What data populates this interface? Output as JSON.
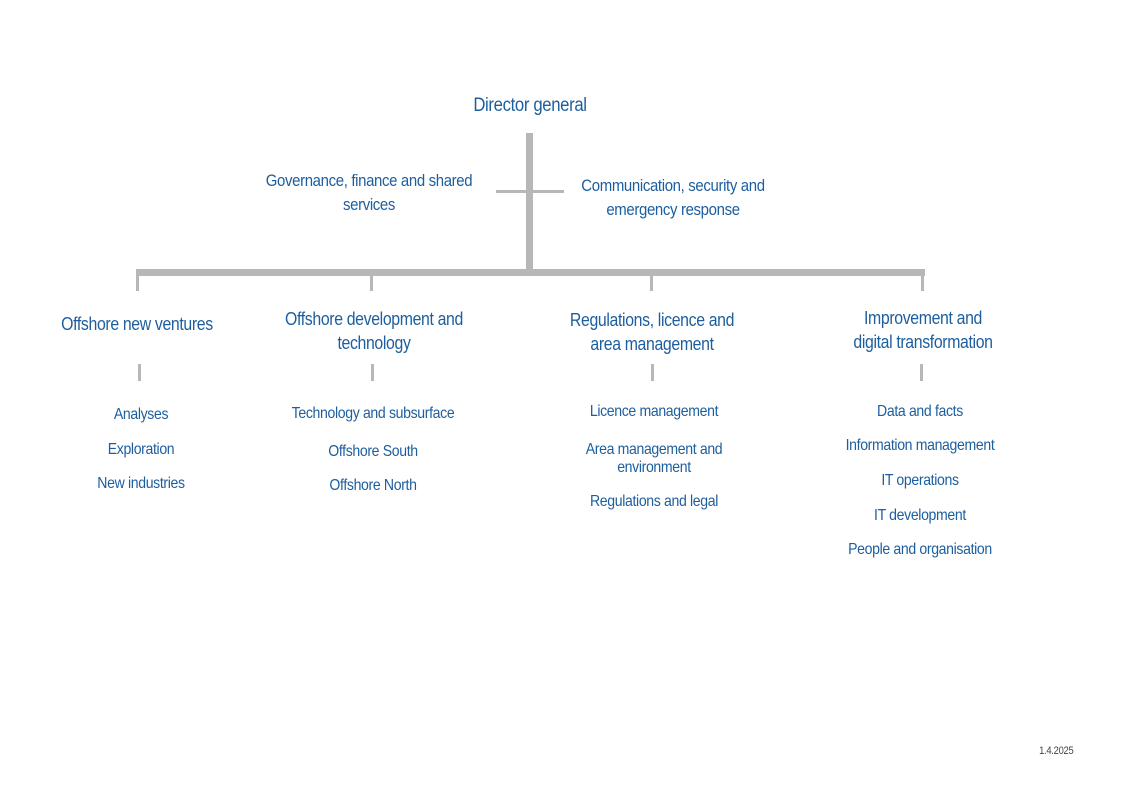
{
  "top": {
    "director": "Director general",
    "staff_left_line1": "Governance, finance and shared",
    "staff_left_line2": "services",
    "staff_right_line1": "Communication, security and",
    "staff_right_line2": "emergency response"
  },
  "departments": [
    {
      "line1": "Offshore new ventures",
      "line2": "",
      "units": [
        "Analyses",
        "Exploration",
        "New industries"
      ]
    },
    {
      "line1": "Offshore development and",
      "line2": "technology",
      "units": [
        "Technology and subsurface",
        "Offshore South",
        "Offshore North"
      ]
    },
    {
      "line1": "Regulations, licence and",
      "line2": "area management",
      "units": [
        "Licence management",
        "Area management and",
        "environment",
        "Regulations and legal"
      ]
    },
    {
      "line1": "Improvement and",
      "line2": "digital transformation",
      "units": [
        "Data and facts",
        "Information management",
        "IT operations",
        "IT development",
        "People and organisation"
      ]
    }
  ],
  "footer": {
    "date": "1.4.2025"
  }
}
